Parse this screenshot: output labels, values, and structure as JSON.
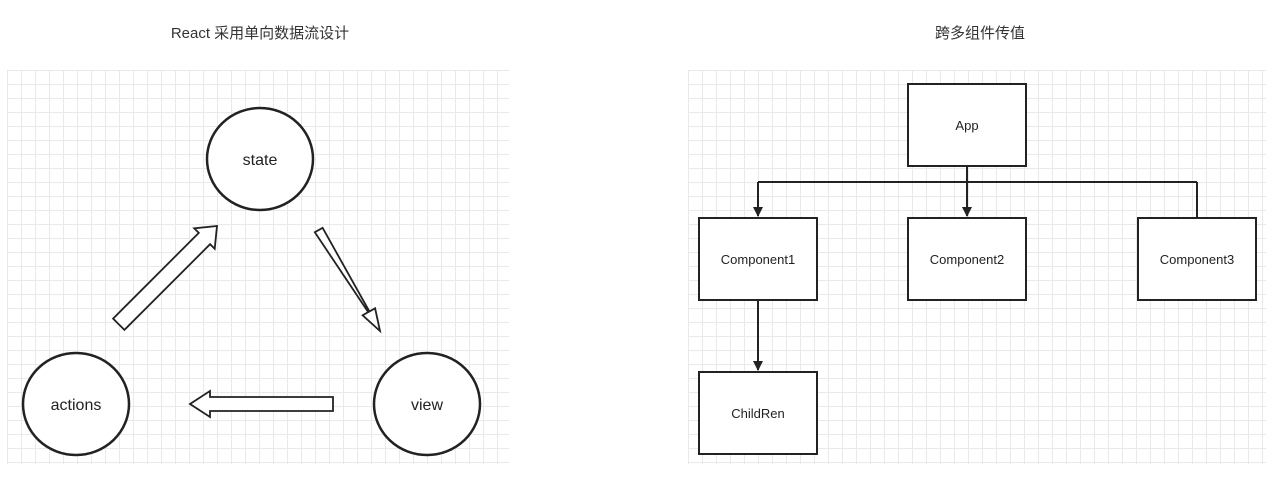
{
  "diagram_left": {
    "title": "React 采用单向数据流设计",
    "nodes": {
      "state": "state",
      "view": "view",
      "actions": "actions"
    }
  },
  "diagram_right": {
    "title": "跨多组件传值",
    "nodes": {
      "app": "App",
      "component1": "Component1",
      "component2": "Component2",
      "component3": "Component3",
      "children": "ChildRen"
    }
  }
}
